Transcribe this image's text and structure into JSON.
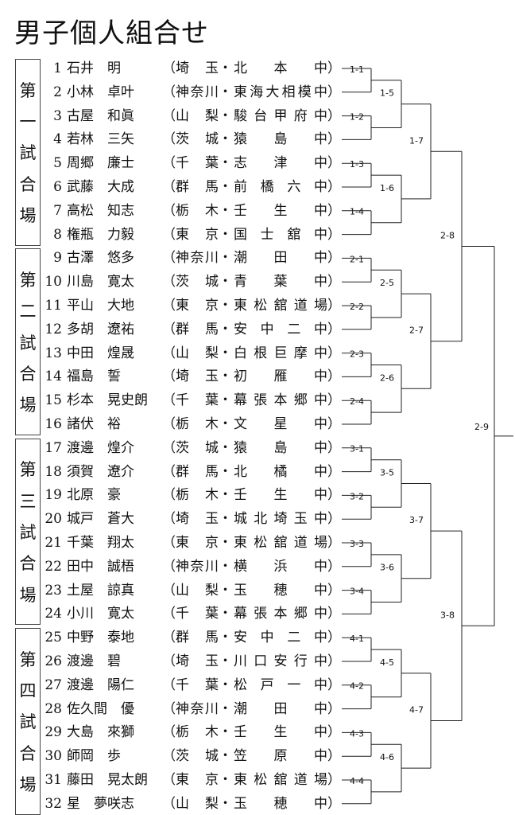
{
  "title": "男子個人組合せ",
  "venues": [
    {
      "label": "第一試合場"
    },
    {
      "label": "第二試合場"
    },
    {
      "label": "第三試合場"
    },
    {
      "label": "第四試合場"
    }
  ],
  "entries": [
    {
      "no": "1",
      "name": "石井　明",
      "pref": "埼玉",
      "school": "北本中"
    },
    {
      "no": "2",
      "name": "小林　卓叶",
      "pref": "神奈川",
      "school": "東海大相模中"
    },
    {
      "no": "3",
      "name": "古屋　和眞",
      "pref": "山梨",
      "school": "駿台甲府中"
    },
    {
      "no": "4",
      "name": "若林　三矢",
      "pref": "茨城",
      "school": "猿島中"
    },
    {
      "no": "5",
      "name": "周郷　廉士",
      "pref": "千葉",
      "school": "志津中"
    },
    {
      "no": "6",
      "name": "武藤　大成",
      "pref": "群馬",
      "school": "前橋六中"
    },
    {
      "no": "7",
      "name": "高松　知志",
      "pref": "栃木",
      "school": "壬生中"
    },
    {
      "no": "8",
      "name": "権瓶　力毅",
      "pref": "東京",
      "school": "国士舘中"
    },
    {
      "no": "9",
      "name": "古澤　悠多",
      "pref": "神奈川",
      "school": "潮田中"
    },
    {
      "no": "10",
      "name": "川島　寛太",
      "pref": "茨城",
      "school": "青葉中"
    },
    {
      "no": "11",
      "name": "平山　大地",
      "pref": "東京",
      "school": "東松舘道場"
    },
    {
      "no": "12",
      "name": "多胡　遼祐",
      "pref": "群馬",
      "school": "安中二中"
    },
    {
      "no": "13",
      "name": "中田　煌晟",
      "pref": "山梨",
      "school": "白根巨摩中"
    },
    {
      "no": "14",
      "name": "福島　誓",
      "pref": "埼玉",
      "school": "初雁中"
    },
    {
      "no": "15",
      "name": "杉本　晃史朗",
      "pref": "千葉",
      "school": "幕張本郷中"
    },
    {
      "no": "16",
      "name": "諸伏　裕",
      "pref": "栃木",
      "school": "文星中"
    },
    {
      "no": "17",
      "name": "渡邊　煌介",
      "pref": "茨城",
      "school": "猿島中"
    },
    {
      "no": "18",
      "name": "須賀　遼介",
      "pref": "群馬",
      "school": "北橘中"
    },
    {
      "no": "19",
      "name": "北原　豪",
      "pref": "栃木",
      "school": "壬生中"
    },
    {
      "no": "20",
      "name": "城戸　蒼大",
      "pref": "埼玉",
      "school": "城北埼玉中"
    },
    {
      "no": "21",
      "name": "千葉　翔太",
      "pref": "東京",
      "school": "東松舘道場"
    },
    {
      "no": "22",
      "name": "田中　誠梧",
      "pref": "神奈川",
      "school": "横浜中"
    },
    {
      "no": "23",
      "name": "土屋　諒真",
      "pref": "山梨",
      "school": "玉穂中"
    },
    {
      "no": "24",
      "name": "小川　寛太",
      "pref": "千葉",
      "school": "幕張本郷中"
    },
    {
      "no": "25",
      "name": "中野　泰地",
      "pref": "群馬",
      "school": "安中二中"
    },
    {
      "no": "26",
      "name": "渡邊　碧",
      "pref": "埼玉",
      "school": "川口安行中"
    },
    {
      "no": "27",
      "name": "渡邊　陽仁",
      "pref": "千葉",
      "school": "松戸一中"
    },
    {
      "no": "28",
      "name": "佐久間　優",
      "pref": "神奈川",
      "school": "潮田中"
    },
    {
      "no": "29",
      "name": "大島　來獅",
      "pref": "栃木",
      "school": "壬生中"
    },
    {
      "no": "30",
      "name": "師岡　歩",
      "pref": "茨城",
      "school": "笠原中"
    },
    {
      "no": "31",
      "name": "藤田　晃太朗",
      "pref": "東京",
      "school": "東松舘道場"
    },
    {
      "no": "32",
      "name": "星　夢咲志",
      "pref": "山梨",
      "school": "玉穂中"
    }
  ],
  "matches": {
    "round1": [
      "1-1",
      "1-2",
      "1-3",
      "1-4",
      "2-1",
      "2-2",
      "2-3",
      "2-4",
      "3-1",
      "3-2",
      "3-3",
      "3-4",
      "4-1",
      "4-2",
      "4-3",
      "4-4"
    ],
    "round2": [
      "1-5",
      "1-6",
      "2-5",
      "2-6",
      "3-5",
      "3-6",
      "4-5",
      "4-6"
    ],
    "round3": [
      "1-7",
      "2-7",
      "3-7",
      "4-7"
    ],
    "semis": [
      "2-8",
      "3-8"
    ],
    "final": "2-9"
  }
}
